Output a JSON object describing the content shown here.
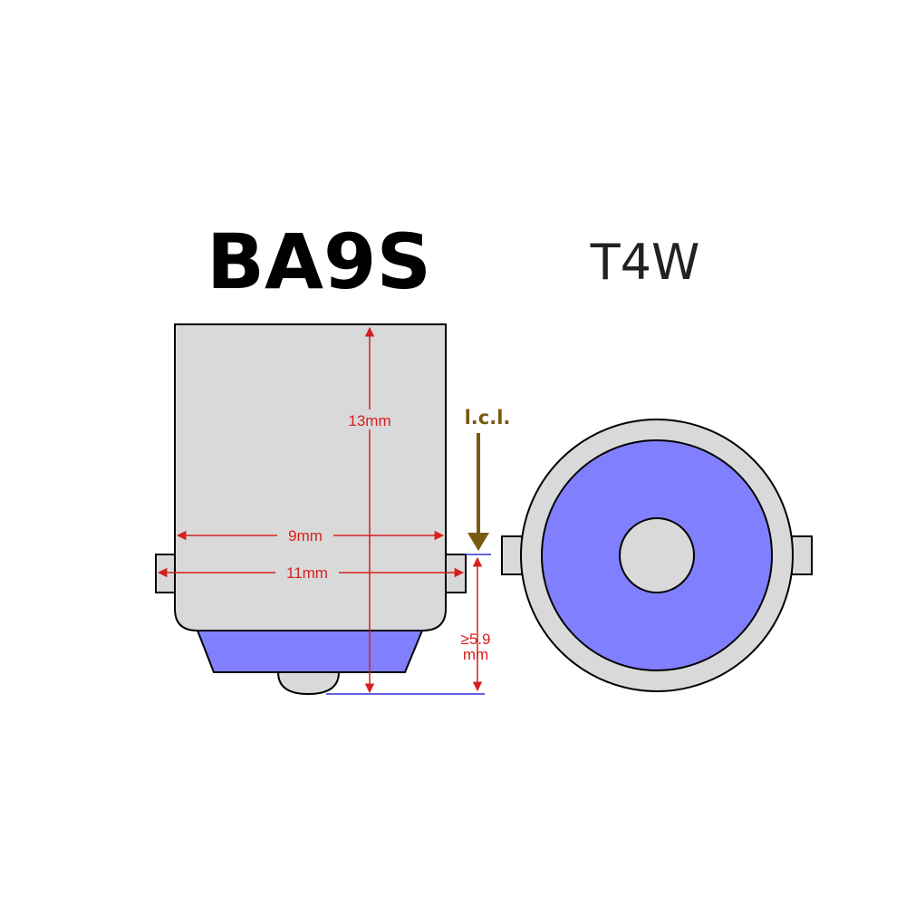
{
  "base_name": "BA9S",
  "bulb_type": "T4W",
  "dimensions": {
    "height": "13mm",
    "inner_width": "9mm",
    "outer_width": "11mm",
    "pin_distance_line1": "≥5.9",
    "pin_distance_line2": "mm"
  },
  "lcl_label": "l.c.l.",
  "colors": {
    "base_fill": "#d9d9d9",
    "outline": "#000000",
    "contact_blue": "#8080ff",
    "dimension_red": "#d62020",
    "lcl_brown": "#7a5a10",
    "reference_blue": "#3030d0"
  }
}
